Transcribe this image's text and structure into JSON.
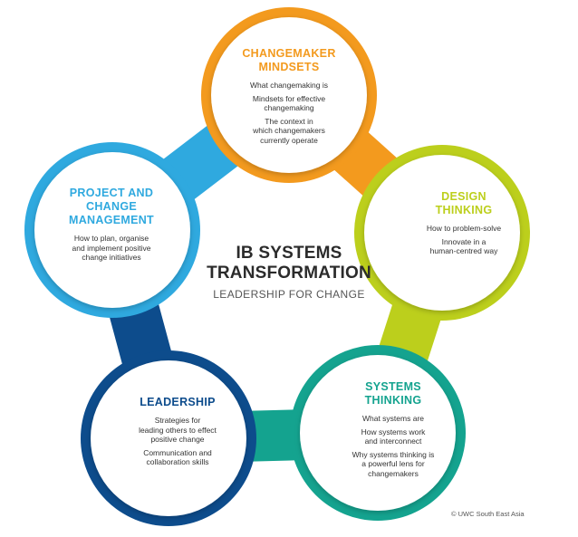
{
  "center": {
    "title_line1": "IB SYSTEMS",
    "title_line2": "TRANSFORMATION",
    "subtitle": "LEADERSHIP FOR CHANGE"
  },
  "nodes": [
    {
      "title_lines": [
        "CHANGEMAKER",
        "MINDSETS"
      ],
      "color": "#f39a1e",
      "items": [
        [
          "What changemaking is"
        ],
        [
          "Mindsets for effective",
          "changemaking"
        ],
        [
          "The context in",
          "which changemakers",
          "currently operate"
        ]
      ]
    },
    {
      "title_lines": [
        "DESIGN",
        "THINKING"
      ],
      "color": "#bccf1c",
      "items": [
        [
          "How to problem-solve"
        ],
        [
          "Innovate in a",
          "human-centred way"
        ]
      ]
    },
    {
      "title_lines": [
        "SYSTEMS",
        "THINKING"
      ],
      "color": "#14a38f",
      "items": [
        [
          "What systems are"
        ],
        [
          "How systems work",
          "and interconnect"
        ],
        [
          "Why systems thinking is",
          "a powerful lens for",
          "changemakers"
        ]
      ]
    },
    {
      "title_lines": [
        "LEADERSHIP"
      ],
      "color": "#0d4c8c",
      "items": [
        [
          "Strategies for",
          "leading others to effect",
          "positive change"
        ],
        [
          "Communication and",
          "collaboration skills"
        ]
      ]
    },
    {
      "title_lines": [
        "PROJECT AND",
        "CHANGE",
        "MANAGEMENT"
      ],
      "color": "#2fa9df",
      "items": [
        [
          "How to plan, organise",
          "and implement positive",
          "change initiatives"
        ]
      ]
    }
  ],
  "connector_colors": [
    "#f39a1e",
    "#bccf1c",
    "#14a38f",
    "#0d4c8c",
    "#2fa9df"
  ],
  "copyright": "© UWC South East Asia"
}
